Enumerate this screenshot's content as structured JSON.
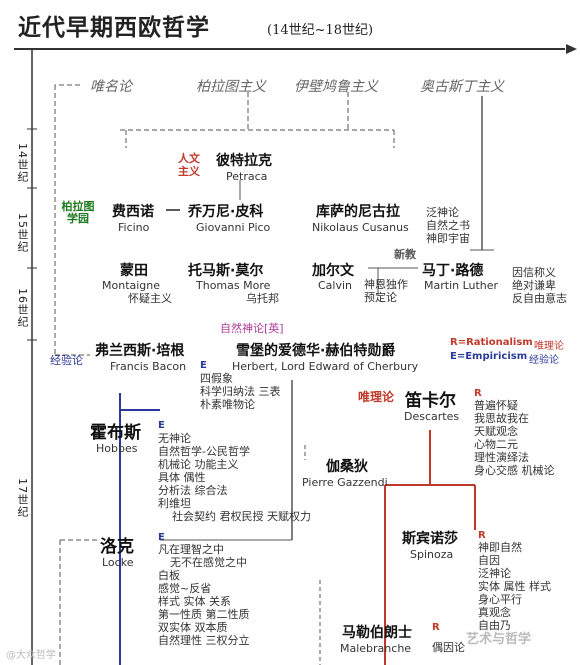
{
  "header": {
    "title": "近代早期西欧哲学",
    "subtitle": "(14世纪~18世纪)"
  },
  "centuries": [
    "14世纪",
    "15世纪",
    "16世纪",
    "17世纪"
  ],
  "schools": {
    "nominalism": "唯名论",
    "platonism": "柏拉图主义",
    "epicureanism": "伊壁鸠鲁主义",
    "augustinianism": "奥古斯丁主义",
    "platonic_academy": "柏拉图学园",
    "humanism": "人文主义",
    "new_religion": "新教",
    "natural_theism": "自然神论[英]",
    "empiricism_school": "经验论",
    "rationalism_school": "唯理论"
  },
  "legend": {
    "r_key": "R=Rationalism",
    "r_cn": "唯理论",
    "e_key": "E=Empiricism",
    "e_cn": "经验论"
  },
  "philosophers": {
    "petrarca": {
      "cn": "彼特拉克",
      "en": "Petraca"
    },
    "ficino": {
      "cn": "费西诺",
      "en": "Ficino"
    },
    "pico": {
      "cn": "乔万尼·皮科",
      "en": "Giovanni Pico"
    },
    "cusanus": {
      "cn": "库萨的尼古拉",
      "en": "Nikolaus Cusanus",
      "notes": [
        "泛神论",
        "自然之书",
        "神即宇宙"
      ]
    },
    "montaigne": {
      "cn": "蒙田",
      "en": "Montaigne",
      "notes": [
        "怀疑主义"
      ]
    },
    "more": {
      "cn": "托马斯·莫尔",
      "en": "Thomas More",
      "notes": [
        "乌托邦"
      ]
    },
    "calvin": {
      "cn": "加尔文",
      "en": "Calvin",
      "notes": [
        "神恩独作",
        "预定论"
      ]
    },
    "luther": {
      "cn": "马丁·路德",
      "en": "Martin Luther",
      "notes": [
        "因信称义",
        "绝对谦卑",
        "反自由意志"
      ]
    },
    "bacon": {
      "cn": "弗兰西斯·培根",
      "en": "Francis Bacon",
      "tag": "E",
      "notes": [
        "四假象",
        "科学归纳法 三表",
        "朴素唯物论"
      ]
    },
    "herbert": {
      "cn": "雪堡的爱德华·赫伯特勋爵",
      "en": "Herbert, Lord Edward of Cherbury"
    },
    "hobbes": {
      "cn": "霍布斯",
      "en": "Hobbes",
      "tag": "E",
      "notes": [
        "无神论",
        "自然哲学-公民哲学",
        "机械论 功能主义",
        "具体 偶性",
        "分析法 综合法",
        "利维坦",
        "社会契约 君权民授 天赋权力"
      ]
    },
    "descartes": {
      "cn": "笛卡尔",
      "en": "Descartes",
      "tag": "R",
      "notes": [
        "普遍怀疑",
        "我思故我在",
        "天赋观念",
        "心物二元",
        "理性演绎法",
        "身心交感 机械论"
      ]
    },
    "gassendi": {
      "cn": "伽桑狄",
      "en": "Pierre Gazzendi"
    },
    "locke": {
      "cn": "洛克",
      "en": "Locke",
      "tag": "E",
      "notes": [
        "凡在理智之中",
        "无不在感觉之中",
        "白板",
        "感觉~反省",
        "样式 实体 关系",
        "第一性质 第二性质",
        "双实体 双本质",
        "自然理性 三权分立"
      ]
    },
    "spinoza": {
      "cn": "斯宾诺莎",
      "en": "Spinoza",
      "tag": "R",
      "notes": [
        "神即自然",
        "自因",
        "泛神论",
        "实体 属性 样式",
        "身心平行",
        "真观念",
        "自由乃"
      ]
    },
    "malebranche": {
      "cn": "马勒伯朗士",
      "en": "Malebranche",
      "tag": "R",
      "notes": [
        "偶因论"
      ]
    }
  },
  "watermarks": {
    "left": "@大众哲学",
    "right": "艺术与哲学"
  }
}
